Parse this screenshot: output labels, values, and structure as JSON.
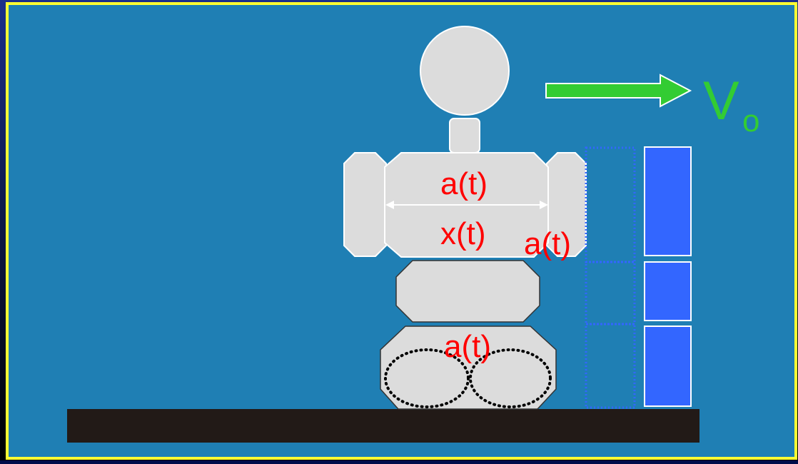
{
  "labels": {
    "torso_width": "a(t)",
    "torso_position": "x(t)",
    "arm": "a(t)",
    "base": "a(t)"
  },
  "velocity": {
    "symbol": "V",
    "subscript": "o"
  },
  "colors": {
    "frame_border": "#ffff33",
    "background": "#1f7fb4",
    "outer": "#000c4a",
    "body": "#dcdcdc",
    "label": "#ff0000",
    "arrow": "#33cc33",
    "blocks": "#3366ff",
    "ground": "#221a17"
  }
}
